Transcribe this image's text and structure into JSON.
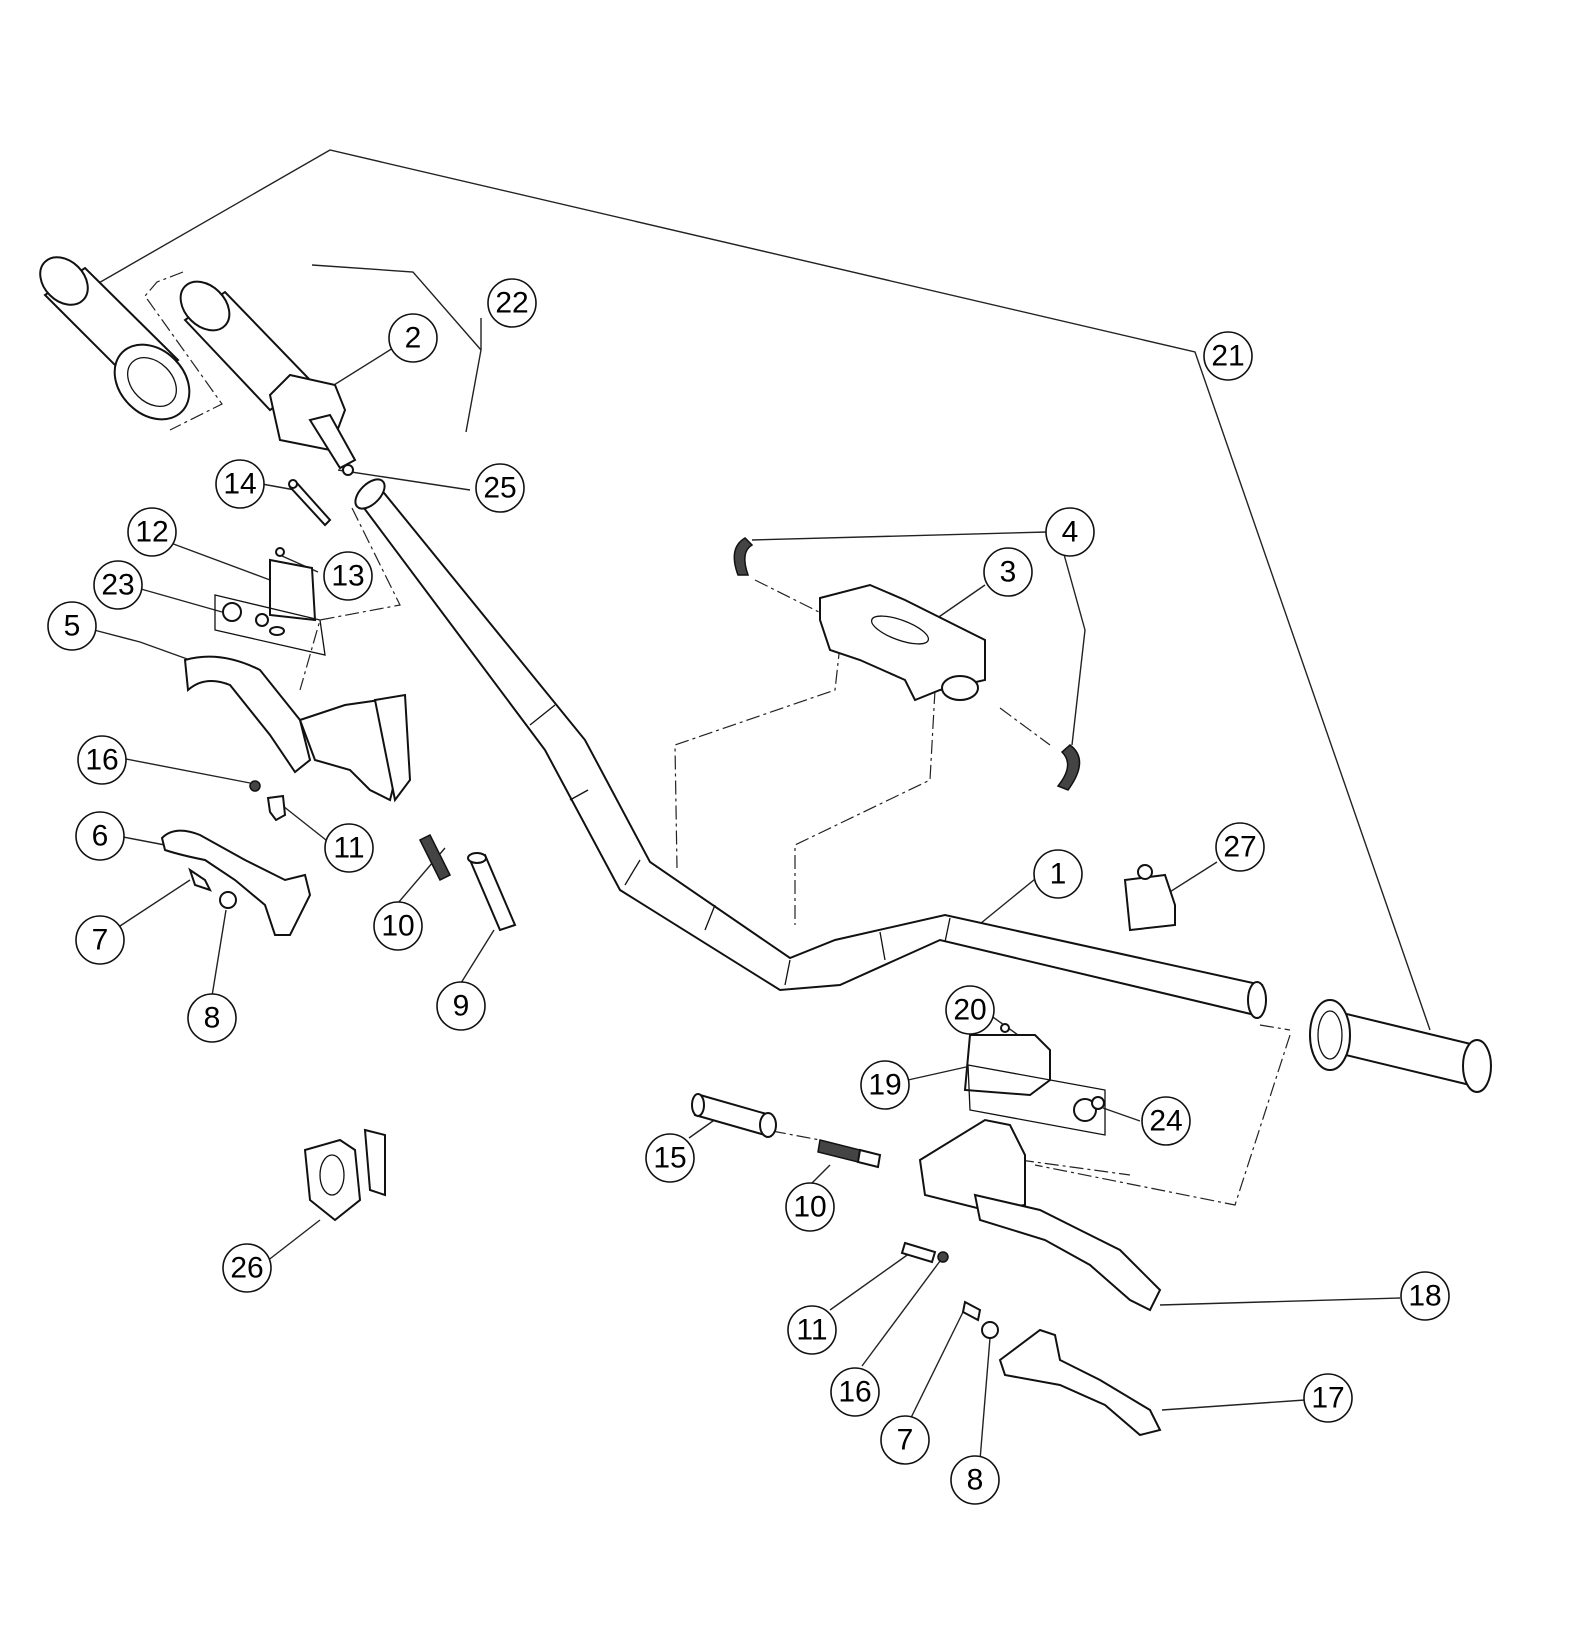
{
  "callouts": {
    "c1": "1",
    "c2": "2",
    "c3": "3",
    "c4": "4",
    "c5": "5",
    "c6": "6",
    "c7a": "7",
    "c7b": "7",
    "c8a": "8",
    "c8b": "8",
    "c9": "9",
    "c10a": "10",
    "c10b": "10",
    "c11a": "11",
    "c11b": "11",
    "c12": "12",
    "c13": "13",
    "c14": "14",
    "c15": "15",
    "c16a": "16",
    "c16b": "16",
    "c17": "17",
    "c18": "18",
    "c19": "19",
    "c20": "20",
    "c21": "21",
    "c22": "22",
    "c23": "23",
    "c24": "24",
    "c25": "25",
    "c26": "26",
    "c27": "27"
  }
}
